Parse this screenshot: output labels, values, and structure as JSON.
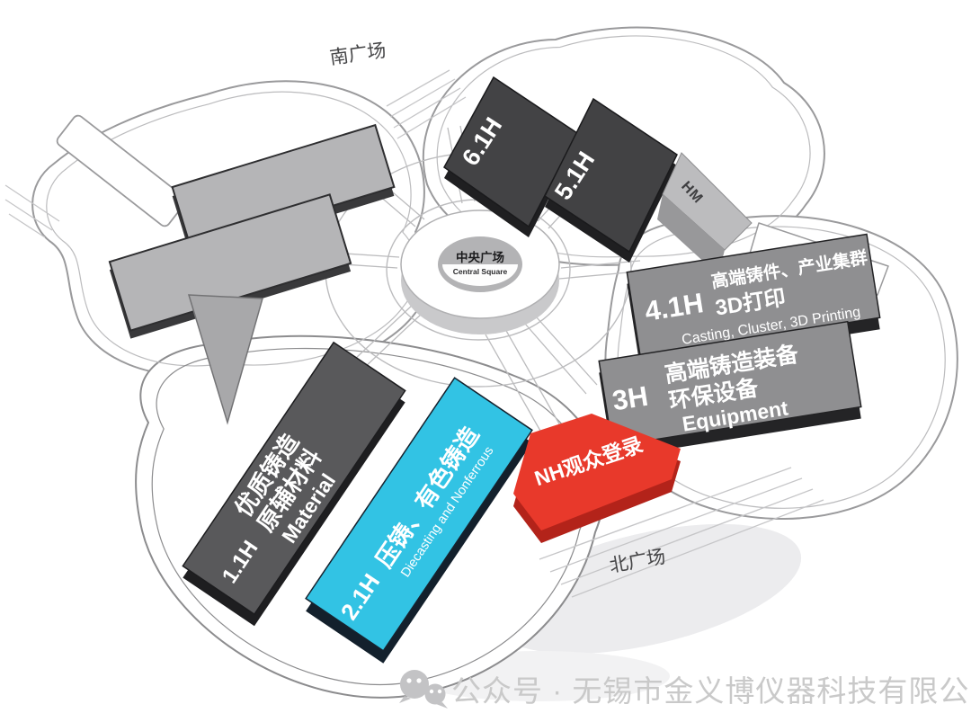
{
  "map": {
    "south_square": "南广场",
    "north_square": "北广场",
    "central_square_cn": "中央广场",
    "central_square_en": "Central Square"
  },
  "halls": [
    {
      "code": "6.1H"
    },
    {
      "code": "5.1H"
    },
    {
      "code": "4.1H",
      "line1": "高端铸件、产业集群",
      "line2": "3D打印",
      "line3": "Casting, Cluster, 3D Printing"
    },
    {
      "code": "3H",
      "line1": "高端铸造装备",
      "line2": "环保设备",
      "line3": "Equipment"
    },
    {
      "code": "1.1H",
      "line1": "优质铸造",
      "line2": "原辅材料",
      "line3": "Material"
    },
    {
      "code": "2.1H",
      "line1": "压铸、有色铸造",
      "line2": "Diecasting and Nonferrous"
    }
  ],
  "ramps": {
    "hm_label": "HM",
    "nh_label": "NH观众登录"
  },
  "watermark": {
    "icon": "wechat-icon",
    "text": "公众号 · 无锡市金义博仪器科技有限公司"
  },
  "colors": {
    "hall_dark": "#434345",
    "hall_gray_dark": "#59595b",
    "hall_medium": "#8f8f91",
    "hall_light": "#b5b5b7",
    "hall_cyan": "#32c3e4",
    "ramp_red": "#e8392b",
    "ramp_red_side": "#b3231a",
    "outline": "#9a9a9c",
    "watermark_gray": "#c9c9c9"
  }
}
